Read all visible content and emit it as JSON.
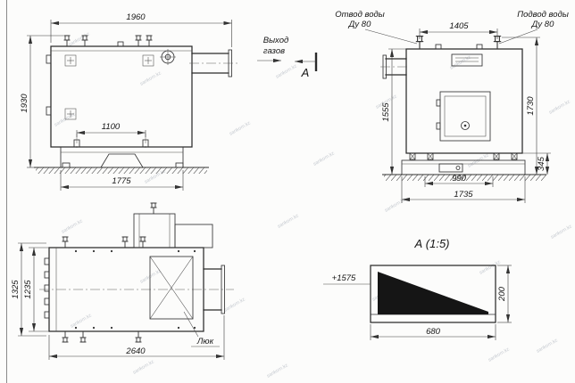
{
  "watermark": {
    "text": "sankom.kz"
  },
  "front_view": {
    "dim_top": "1960",
    "dim_height": "1930",
    "dim_anchor": "1100",
    "dim_base": "1775"
  },
  "annotations": {
    "gas_out_line1": "Выход",
    "gas_out_line2": "газов",
    "section_letter": "А"
  },
  "side_view": {
    "outlet_label_1": "Отвод воды",
    "outlet_label_2": "Ду 80",
    "inlet_label_1": "Подвод воды",
    "inlet_label_2": "Ду 80",
    "dim_top": "1405",
    "dim_left": "1555",
    "dim_right_upper": "1730",
    "dim_right_lower": "345",
    "dim_bottom_inner": "990",
    "dim_bottom_outer": "1735"
  },
  "plan_view": {
    "dim_left_outer": "1325",
    "dim_left_inner": "1235",
    "dim_bottom": "2640",
    "hatch_label": "Люк"
  },
  "section_view": {
    "title": "А  (1:5)",
    "elevation": "+1575",
    "dim_width": "680",
    "dim_height": "200"
  }
}
